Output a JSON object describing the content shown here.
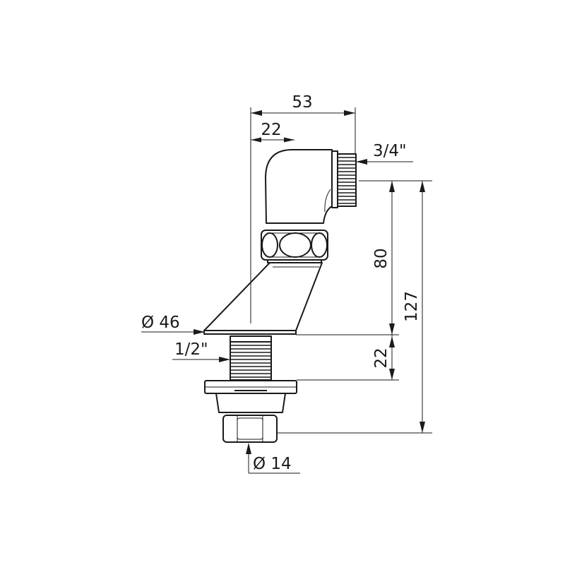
{
  "dimensions": {
    "total_width": "53",
    "elbow_offset": "22",
    "outlet_thread": "3/4\"",
    "upper_height": "80",
    "total_height": "127",
    "flange_diameter": "Ø 46",
    "inlet_thread": "1/2\"",
    "shank_length": "22",
    "pipe_diameter": "Ø 14"
  }
}
